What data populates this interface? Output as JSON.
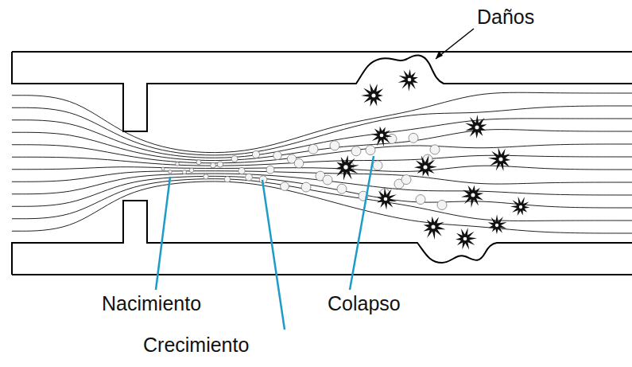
{
  "diagram": {
    "labels": [
      "Daños",
      "Nacimiento",
      "Crecimiento",
      "Colapso"
    ]
  }
}
